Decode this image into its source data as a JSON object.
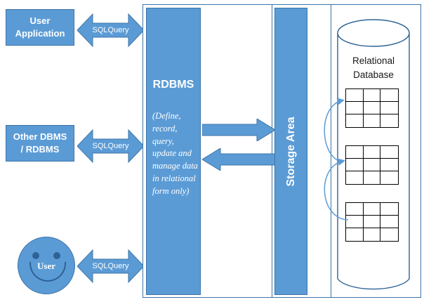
{
  "diagram": {
    "title": "RDBMS architecture diagram",
    "colors": {
      "accent_blue": "#5B9BD5",
      "border_blue": "#3E74A8",
      "arrow_blue": "#5B9BD5",
      "curve_blue": "#5B9BD5",
      "table_border": "#000000",
      "background": "#FFFFFF",
      "text_light": "#FFFFFF",
      "text_dark": "#1A1A1A"
    },
    "actors": [
      {
        "id": "user-application",
        "label_line1": "User",
        "label_line2": "Application"
      },
      {
        "id": "other-dbms",
        "label_line1": "Other DBMS",
        "label_line2": "/ RDBMS"
      },
      {
        "id": "user",
        "label": "User",
        "icon": "smiley-face-icon"
      }
    ],
    "connectors": [
      {
        "id": "sql-1",
        "label": "SQLQuery",
        "icon": "double-arrow-horizontal-icon"
      },
      {
        "id": "sql-2",
        "label": "SQLQuery",
        "icon": "double-arrow-horizontal-icon"
      },
      {
        "id": "sql-3",
        "label": "SQLQuery",
        "icon": "double-arrow-horizontal-icon"
      }
    ],
    "rdbms": {
      "title": "RDBMS",
      "description": "(Define, record, query, update and manage data in relational form only)"
    },
    "storage": {
      "label": "Storage Area",
      "orientation": "vertical"
    },
    "flow_arrows": [
      {
        "id": "rdbms-to-storage",
        "direction": "right",
        "icon": "arrow-right-icon"
      },
      {
        "id": "storage-to-rdbms",
        "direction": "left",
        "icon": "arrow-left-icon"
      }
    ],
    "database": {
      "title_line1": "Relational",
      "title_line2": "Database",
      "shape": "cylinder",
      "tables": [
        {
          "id": "table-1",
          "rows": 3,
          "cols": 3
        },
        {
          "id": "table-2",
          "rows": 3,
          "cols": 3
        },
        {
          "id": "table-3",
          "rows": 3,
          "cols": 3
        }
      ],
      "relation_arrows": 2
    }
  }
}
